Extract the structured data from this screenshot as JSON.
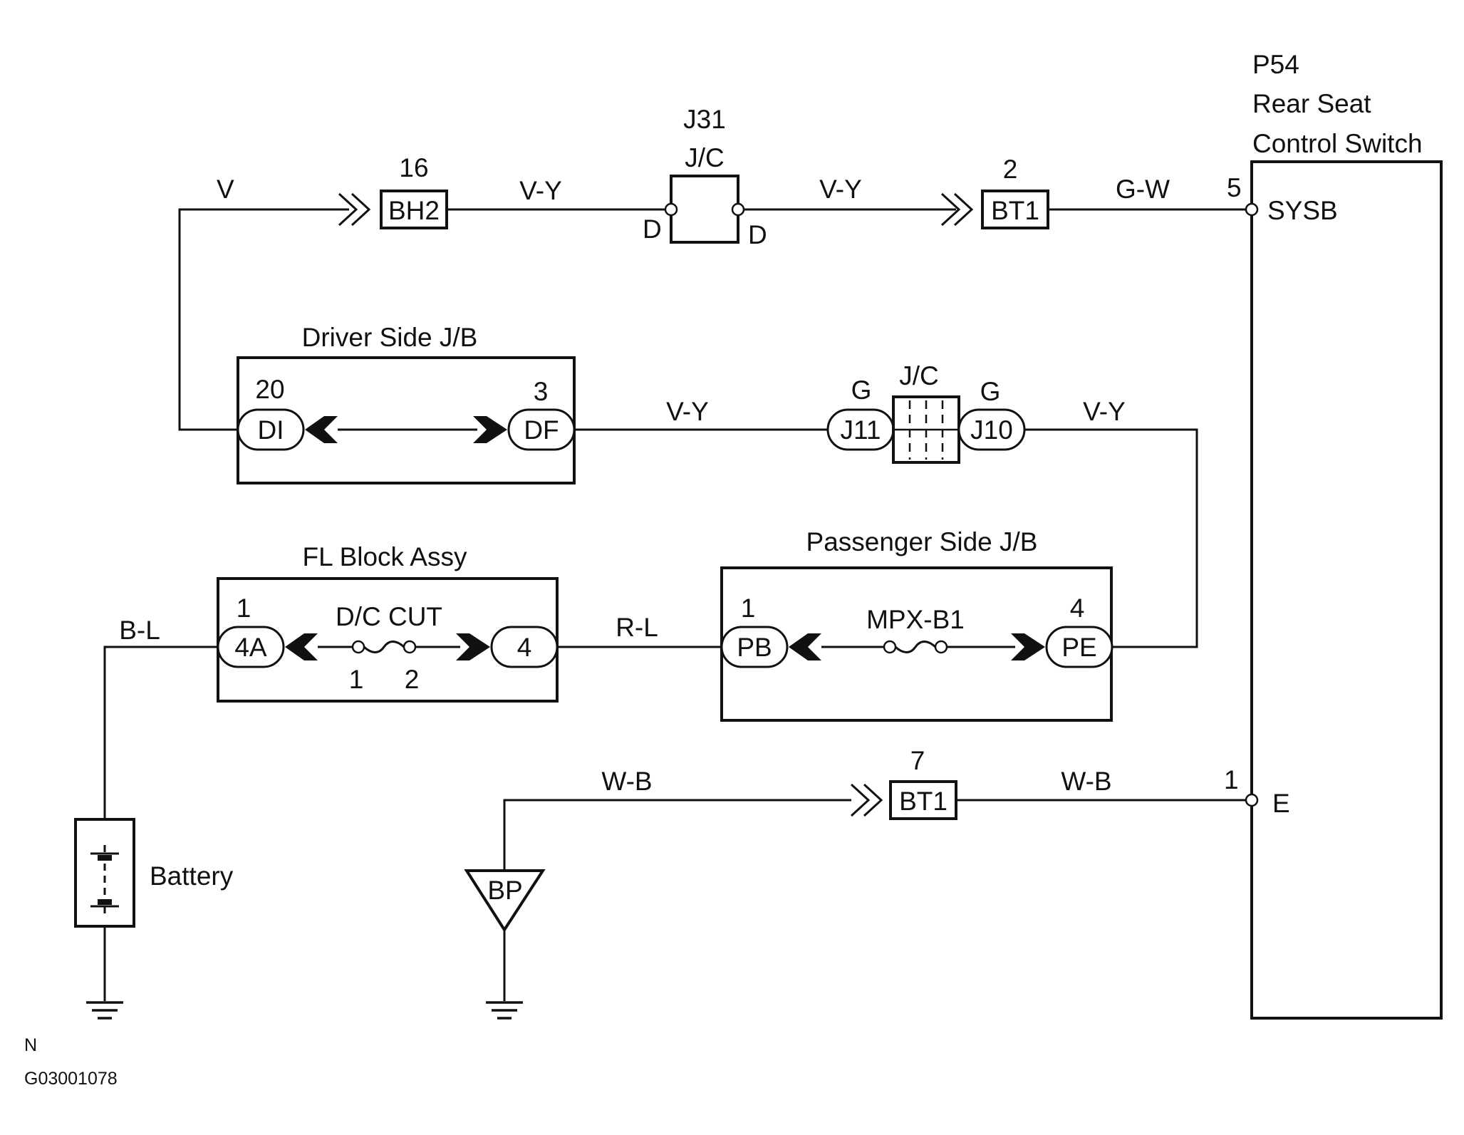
{
  "switch": {
    "code": "P54",
    "name_line1": "Rear Seat",
    "name_line2": "Control Switch",
    "pin_top_num": "5",
    "pin_top_name": "SYSB",
    "pin_bottom_num": "1",
    "pin_bottom_name": "E"
  },
  "wires": {
    "top_left": "V",
    "bh2_to_jc": "V-Y",
    "jc_to_bt1": "V-Y",
    "bt1_to_switch": "G-W",
    "df_to_j11": "V-Y",
    "j10_to_pe": "V-Y",
    "battery_to_4a": "B-L",
    "fl_to_pb": "R-L",
    "ground_to_bt1": "W-B",
    "bt1_to_e": "W-B"
  },
  "connectors": {
    "bh2": {
      "pin": "16",
      "label": "BH2"
    },
    "bt1_top": {
      "pin": "2",
      "label": "BT1"
    },
    "bt1_bottom": {
      "pin": "7",
      "label": "BT1"
    }
  },
  "jc_top": {
    "id": "J31",
    "label": "J/C",
    "left_pin": "D",
    "right_pin": "D"
  },
  "jc_mid": {
    "label": "J/C",
    "left_color": "G",
    "right_color": "G",
    "left_conn": "J11",
    "right_conn": "J10"
  },
  "driver_jb": {
    "title": "Driver Side J/B",
    "left_pin": "20",
    "left_conn": "DI",
    "right_pin": "3",
    "right_conn": "DF"
  },
  "fl_block": {
    "title": "FL Block Assy",
    "fuse": "D/C CUT",
    "left_pin": "1",
    "left_conn": "4A",
    "right_conn": "4",
    "fuse_pin1": "1",
    "fuse_pin2": "2"
  },
  "passenger_jb": {
    "title": "Passenger Side J/B",
    "fuse": "MPX-B1",
    "left_pin": "1",
    "left_conn": "PB",
    "right_pin": "4",
    "right_conn": "PE"
  },
  "battery": {
    "label": "Battery"
  },
  "ground_point": {
    "label": "BP"
  },
  "footer": {
    "mark": "N",
    "code": "G03001078"
  }
}
